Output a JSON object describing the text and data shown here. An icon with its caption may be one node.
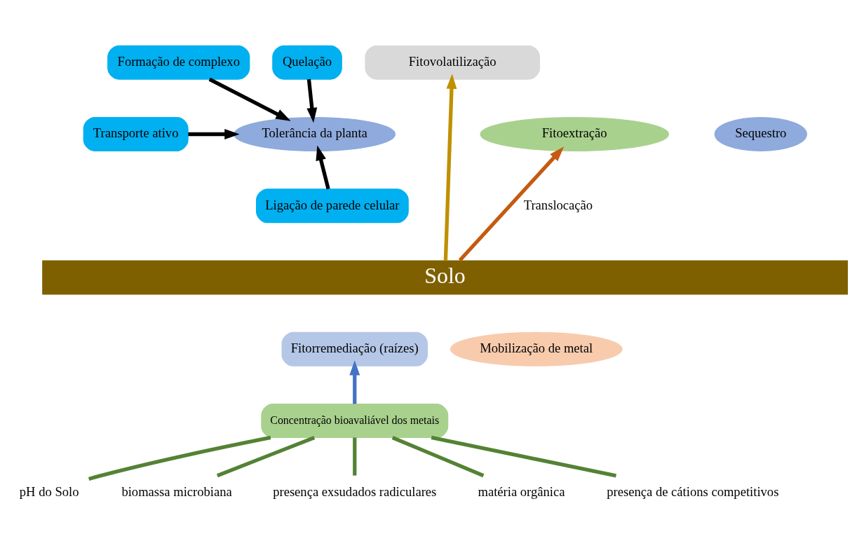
{
  "diagram": {
    "nodes": [
      {
        "text": [
          "Formação de complexo"
        ]
      },
      {
        "text": [
          "Quelação"
        ]
      },
      {
        "text": [
          "Fitovolatilização"
        ]
      },
      {
        "text": [
          "Transporte ativo"
        ]
      },
      {
        "text": [
          "Tolerância da planta"
        ]
      },
      {
        "text": [
          "Fitoextração"
        ]
      },
      {
        "text": [
          "Sequestro"
        ]
      },
      {
        "text": [
          "Ligação de parede celular"
        ]
      },
      {
        "text": [
          "Solo"
        ]
      },
      {
        "text": [
          "Fitorremediação (raízes)"
        ]
      },
      {
        "text": [
          "Mobilização de metal"
        ]
      },
      {
        "text": [
          "Concentração bioavaliável dos metais"
        ]
      },
      {
        "text": [
          "pH do Solo"
        ]
      },
      {
        "text": [
          "biomassa microbiana"
        ]
      },
      {
        "text": [
          "presença exsudados radiculares"
        ]
      },
      {
        "text": [
          "matéria orgânica"
        ]
      },
      {
        "text": [
          "presença de cátions competitivos"
        ]
      }
    ],
    "edges": [
      {
        "from": 0,
        "to": 4,
        "arrow": "to",
        "color": "#000000"
      },
      {
        "from": 1,
        "to": 4,
        "arrow": "to",
        "color": "#000000"
      },
      {
        "from": 3,
        "to": 4,
        "arrow": "to",
        "color": "#000000"
      },
      {
        "from": 7,
        "to": 4,
        "arrow": "to",
        "color": "#000000"
      },
      {
        "from": 8,
        "to": 5,
        "arrow": "to",
        "label": "Translocação",
        "color": "#c55a11"
      },
      {
        "from": 8,
        "to": 2,
        "arrow": "to",
        "color": "#bf9000"
      },
      {
        "from": 11,
        "to": 9,
        "arrow": "to",
        "color": "#4472c4"
      },
      {
        "from": 12,
        "to": 11,
        "arrow": "none",
        "color": "#548235"
      },
      {
        "from": 13,
        "to": 11,
        "arrow": "none",
        "color": "#548235"
      },
      {
        "from": 14,
        "to": 11,
        "arrow": "none",
        "color": "#548235"
      },
      {
        "from": 15,
        "to": 11,
        "arrow": "none",
        "color": "#548235"
      },
      {
        "from": 16,
        "to": 11,
        "arrow": "none",
        "color": "#548235"
      }
    ]
  }
}
